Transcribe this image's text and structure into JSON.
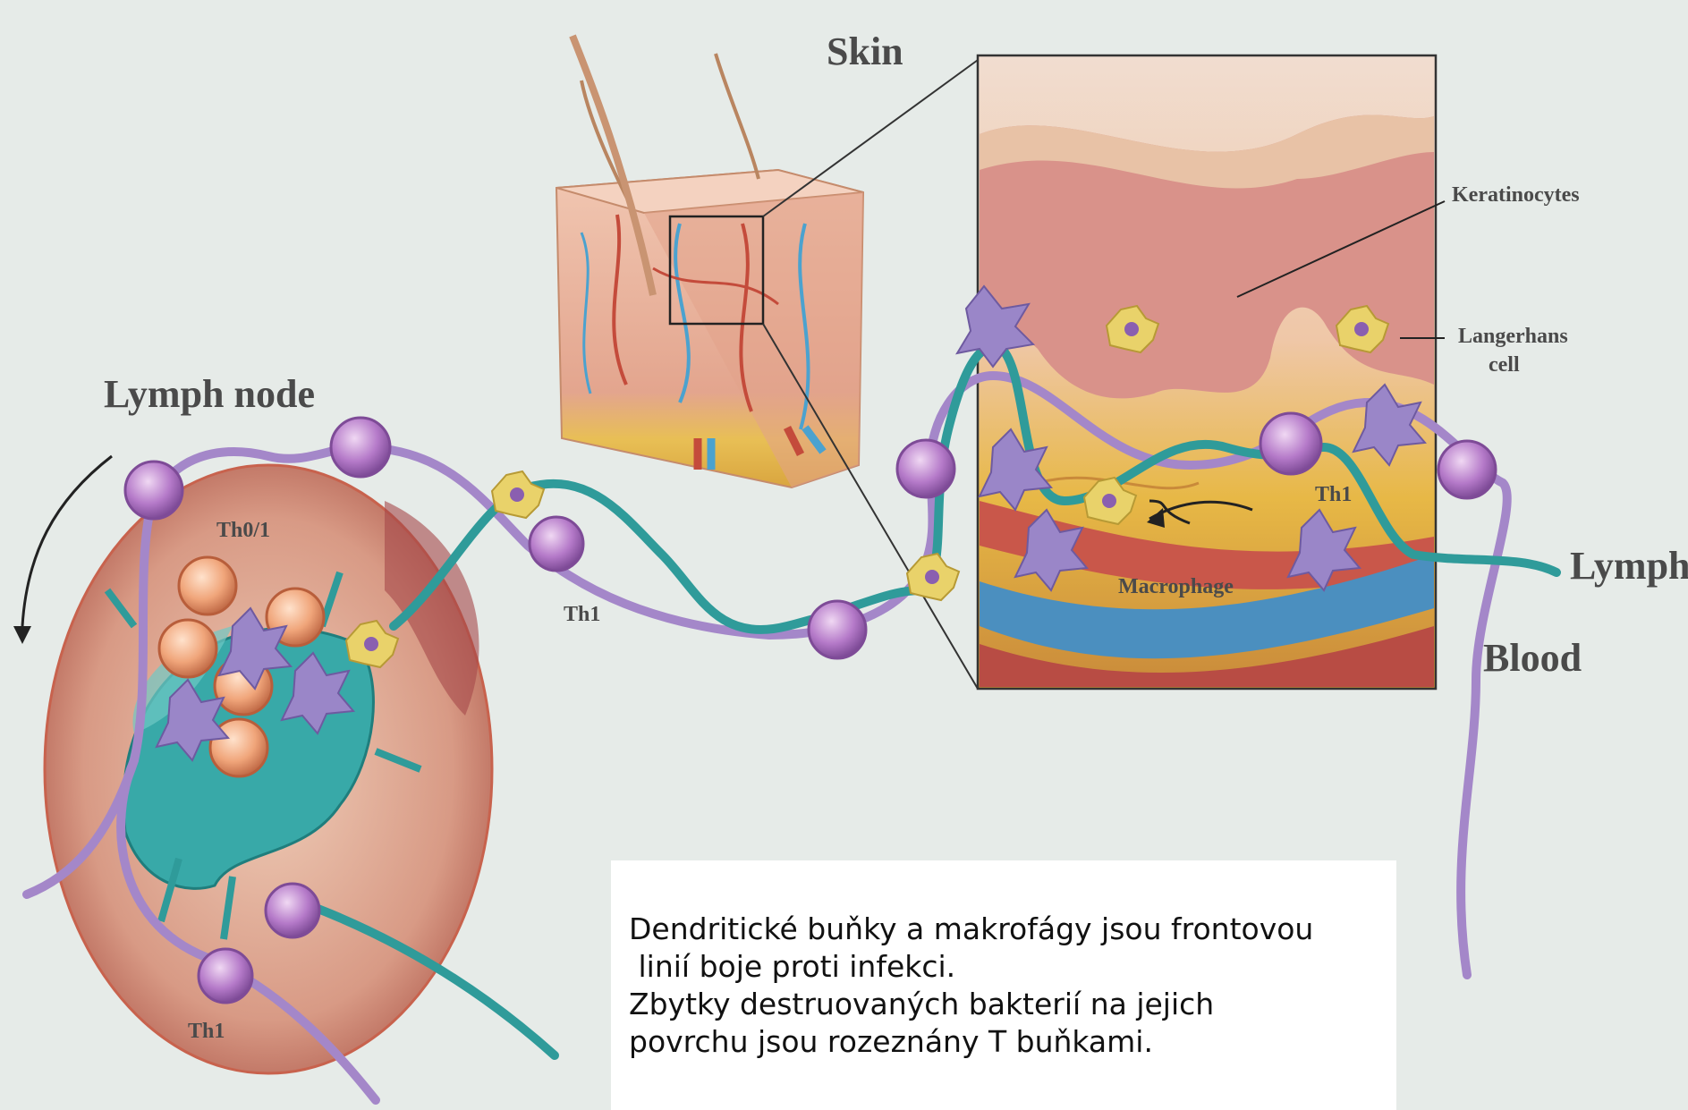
{
  "labels": {
    "skin": "Skin",
    "lymph_node": "Lymph node",
    "keratinocytes": "Keratinocytes",
    "langerhans_line1": "Langerhans",
    "langerhans_line2": "cell",
    "lymph": "Lymph",
    "blood": "Blood",
    "th1_a": "Th1",
    "th1_b": "Th1",
    "th1_c": "Th1",
    "th01": "Th0/1",
    "macrophage": "Macrophage"
  },
  "caption": {
    "line1": "Dendritické buňky a makrofágy jsou frontovou",
    "line2": " linií boje proti infekci.",
    "line3": "Zbytky destruovaných bakterií na jejich",
    "line4": "povrchu jsou rozeznány T buňkami."
  },
  "colors": {
    "background": "#e6ebe8",
    "lymph_vessel": "#2f9b9a",
    "blood_vessel": "#a487c9",
    "t_cell": "#b57ac9",
    "th0_cell": "#f0a57a",
    "dendritic_cell": "#e9d26a",
    "macrophage": "#9a86c8",
    "skin_tissue": "#e9b49e",
    "fat_layer": "#e8bf55"
  }
}
